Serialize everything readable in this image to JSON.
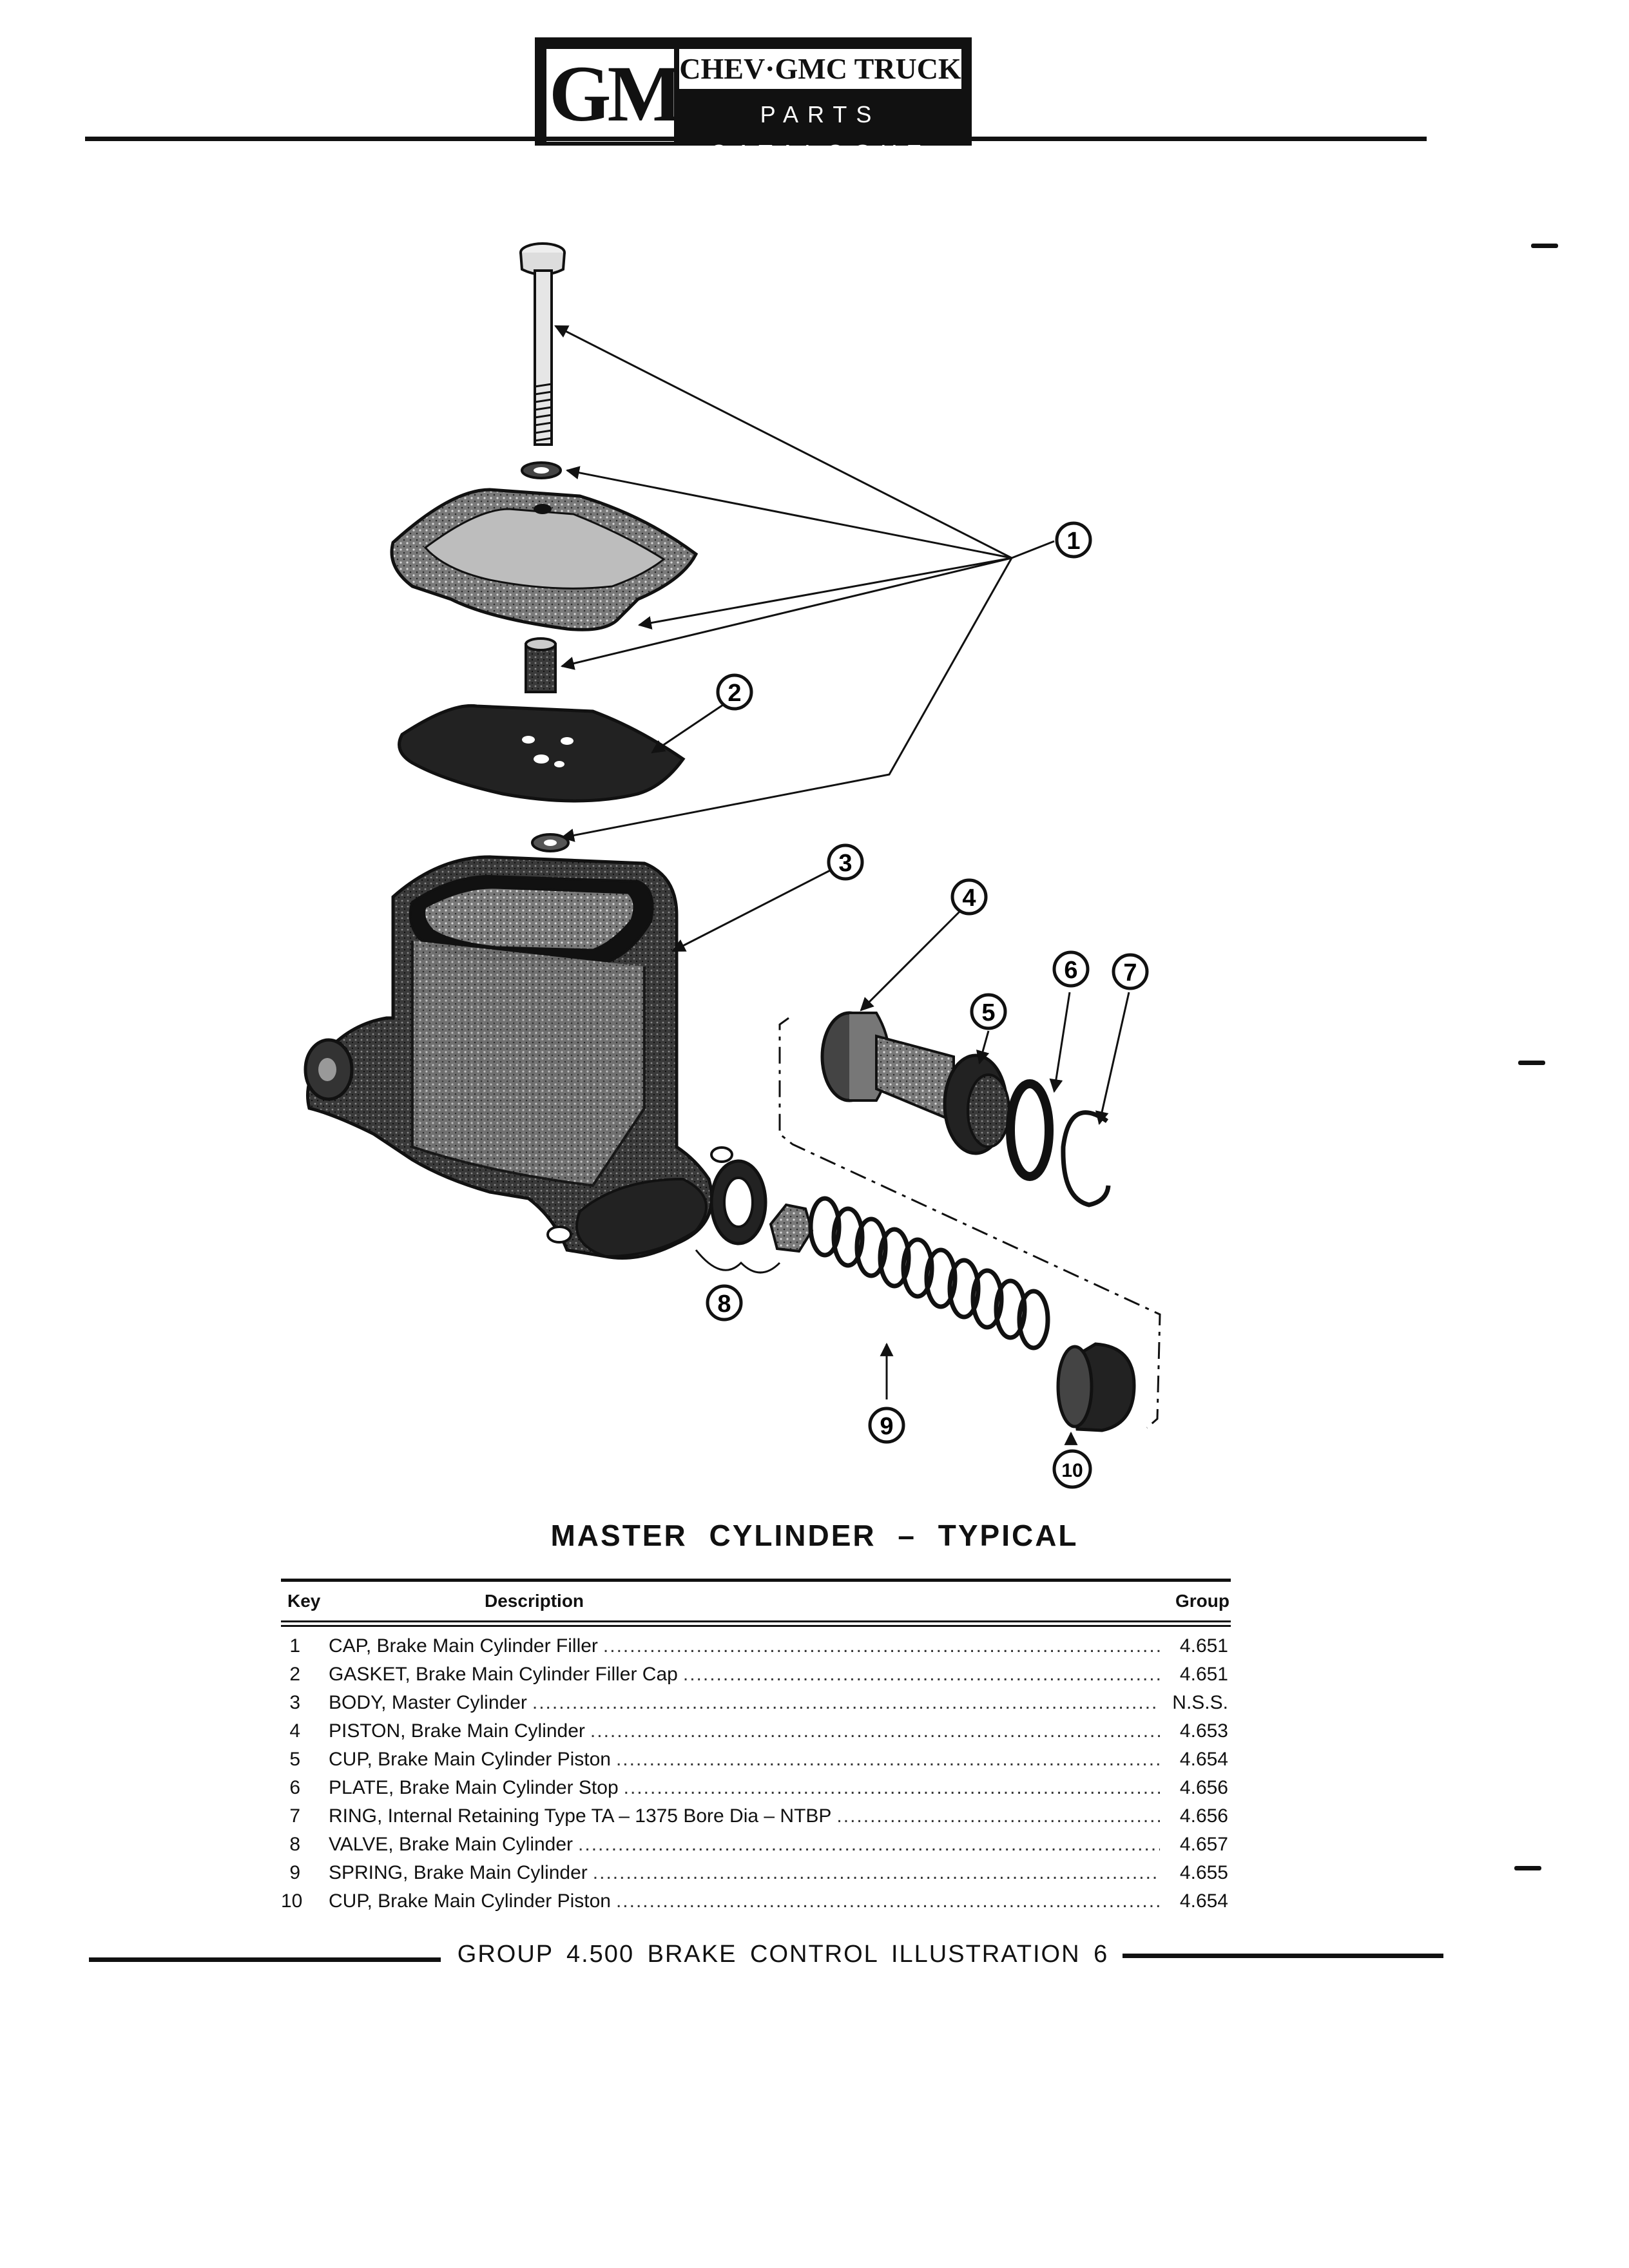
{
  "header": {
    "logo_mark": "GM",
    "brand_line": "CHEV·GMC TRUCK",
    "catalogue_line": "PARTS CATALOGUE"
  },
  "diagram": {
    "callouts": [
      "1",
      "2",
      "3",
      "4",
      "5",
      "6",
      "7",
      "8",
      "9",
      "10"
    ]
  },
  "title": "MASTER CYLINDER – TYPICAL",
  "parts_table": {
    "columns": {
      "key": "Key",
      "description": "Description",
      "group": "Group"
    },
    "rows": [
      {
        "key": "1",
        "description": "CAP, Brake Main Cylinder Filler",
        "group": "4.651"
      },
      {
        "key": "2",
        "description": "GASKET, Brake Main Cylinder Filler Cap",
        "group": "4.651"
      },
      {
        "key": "3",
        "description": "BODY, Master Cylinder",
        "group": "N.S.S."
      },
      {
        "key": "4",
        "description": "PISTON, Brake Main Cylinder",
        "group": "4.653"
      },
      {
        "key": "5",
        "description": "CUP, Brake Main Cylinder Piston",
        "group": "4.654"
      },
      {
        "key": "6",
        "description": "PLATE, Brake Main Cylinder Stop",
        "group": "4.656"
      },
      {
        "key": "7",
        "description": "RING, Internal Retaining Type TA – 1375 Bore Dia – NTBP",
        "group": "4.656"
      },
      {
        "key": "8",
        "description": "VALVE, Brake Main Cylinder",
        "group": "4.657"
      },
      {
        "key": "9",
        "description": "SPRING, Brake Main Cylinder",
        "group": "4.655"
      },
      {
        "key": "10",
        "description": "CUP, Brake Main Cylinder Piston",
        "group": "4.654"
      }
    ]
  },
  "footer": "GROUP 4.500 BRAKE CONTROL ILLUSTRATION 6"
}
